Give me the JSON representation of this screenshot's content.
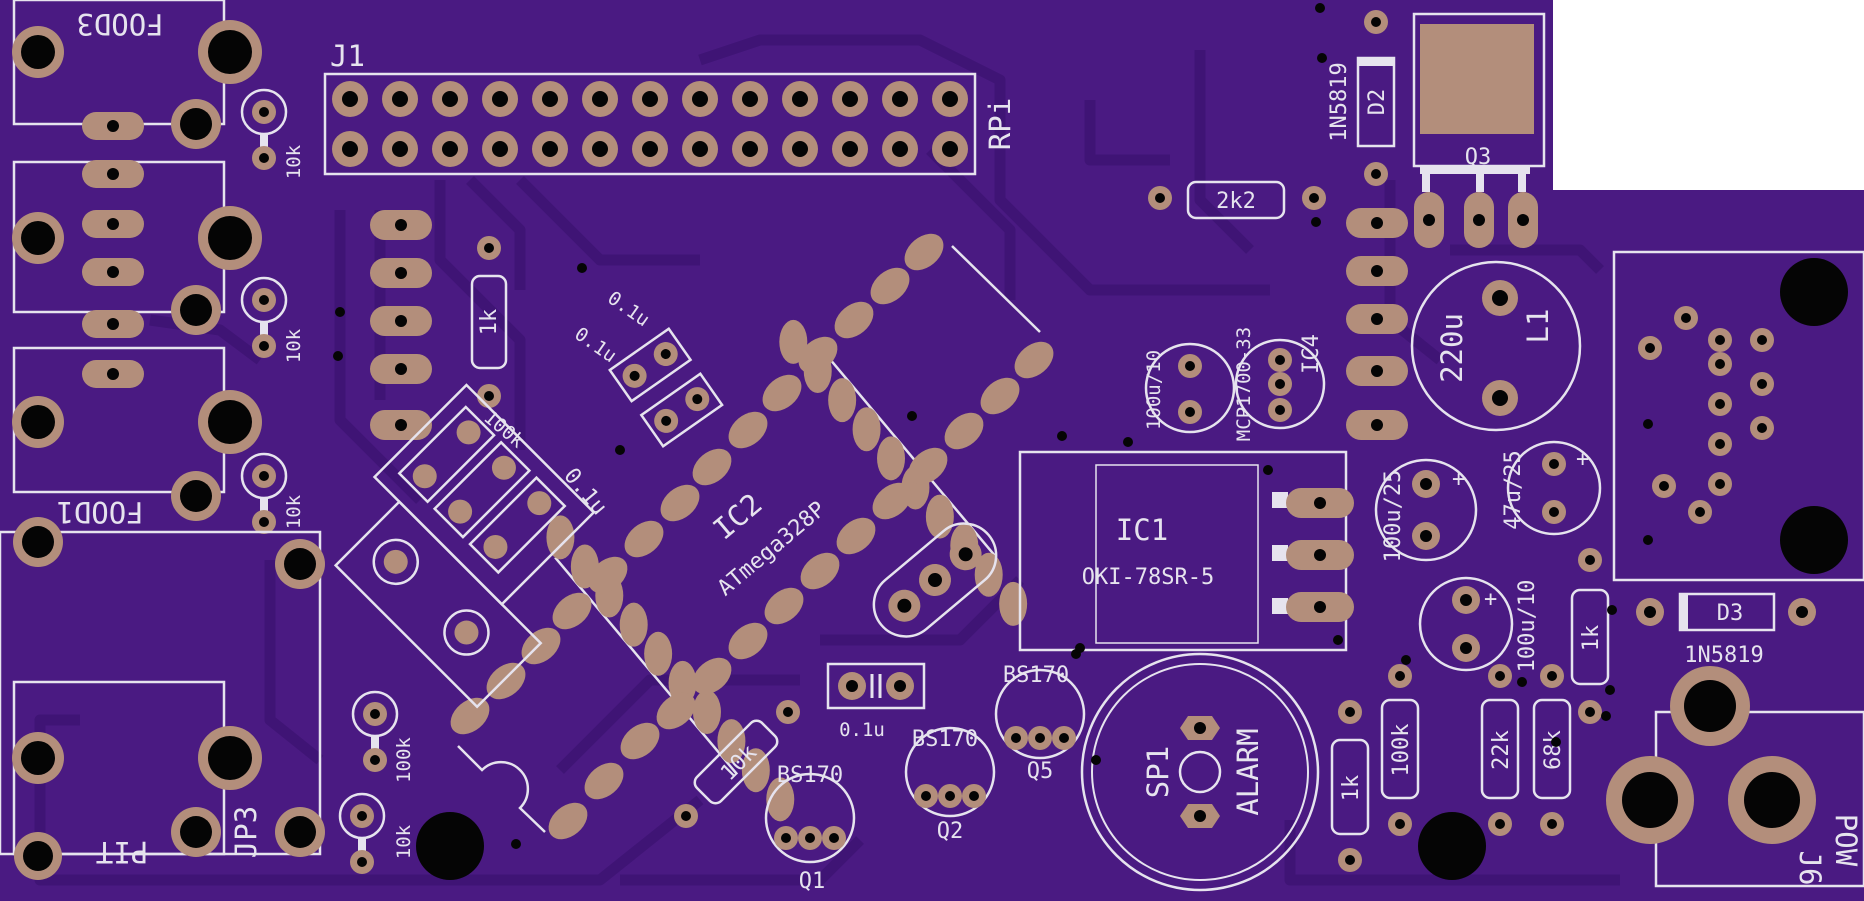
{
  "colors": {
    "board": "#4a1a82",
    "trace": "#3f1475",
    "silk": "#e6e3ee",
    "copper": "#b38e7b",
    "hole": "#050505",
    "background": "#ffffff"
  },
  "connectors": {
    "j1": "J1",
    "rpi": "RPi",
    "food3": "FOOD3",
    "food1": "FOOD1",
    "pit": "PIT",
    "jp3": "JP3",
    "j6": "J6",
    "pow": "POW"
  },
  "ics": {
    "ic1": "IC1",
    "ic1_part": "OKI-78SR-5",
    "ic2": "IC2",
    "ic2_part": "ATmega328P",
    "ic4": "IC4",
    "ic4_part": "MCP1700-33"
  },
  "diodes": {
    "d2": "D2",
    "d2_part": "1N5819",
    "d3": "D3",
    "d3_part": "1N5819"
  },
  "transistors": {
    "q1": "Q1",
    "q1_part": "BS170",
    "q2": "Q2",
    "q2_part": "BS170",
    "q5": "Q5",
    "q5_part": "BS170",
    "q3": "Q3"
  },
  "passives": {
    "r_2k2": "2k2",
    "r_1k_top": "1k",
    "r_1k_right": "1k",
    "r_1k_bottom": "1k",
    "r_10k_a": "10k",
    "r_10k_b": "10k",
    "r_10k_c": "10k",
    "r_10k_d": "10k",
    "r_10k_diag": "10k",
    "r_100k_diag": "100k",
    "r_100k_left": "100k",
    "r_100k_bottom": "100k",
    "r_22k": "22k",
    "r_68k": "68k",
    "c_01u_a": "0.1u",
    "c_01u_b": "0.1u",
    "c_01u_c": "0.1u",
    "c_01u_d": "0.1u",
    "c_100u10_top": "100u/10",
    "c_100u25": "100u/25",
    "c_47u25": "47u/25",
    "c_100u10_bottom": "100u/10",
    "c_220u": "220u",
    "l1": "L1",
    "plus": "+"
  },
  "buzzer": {
    "ref": "SP1",
    "label": "ALARM"
  }
}
